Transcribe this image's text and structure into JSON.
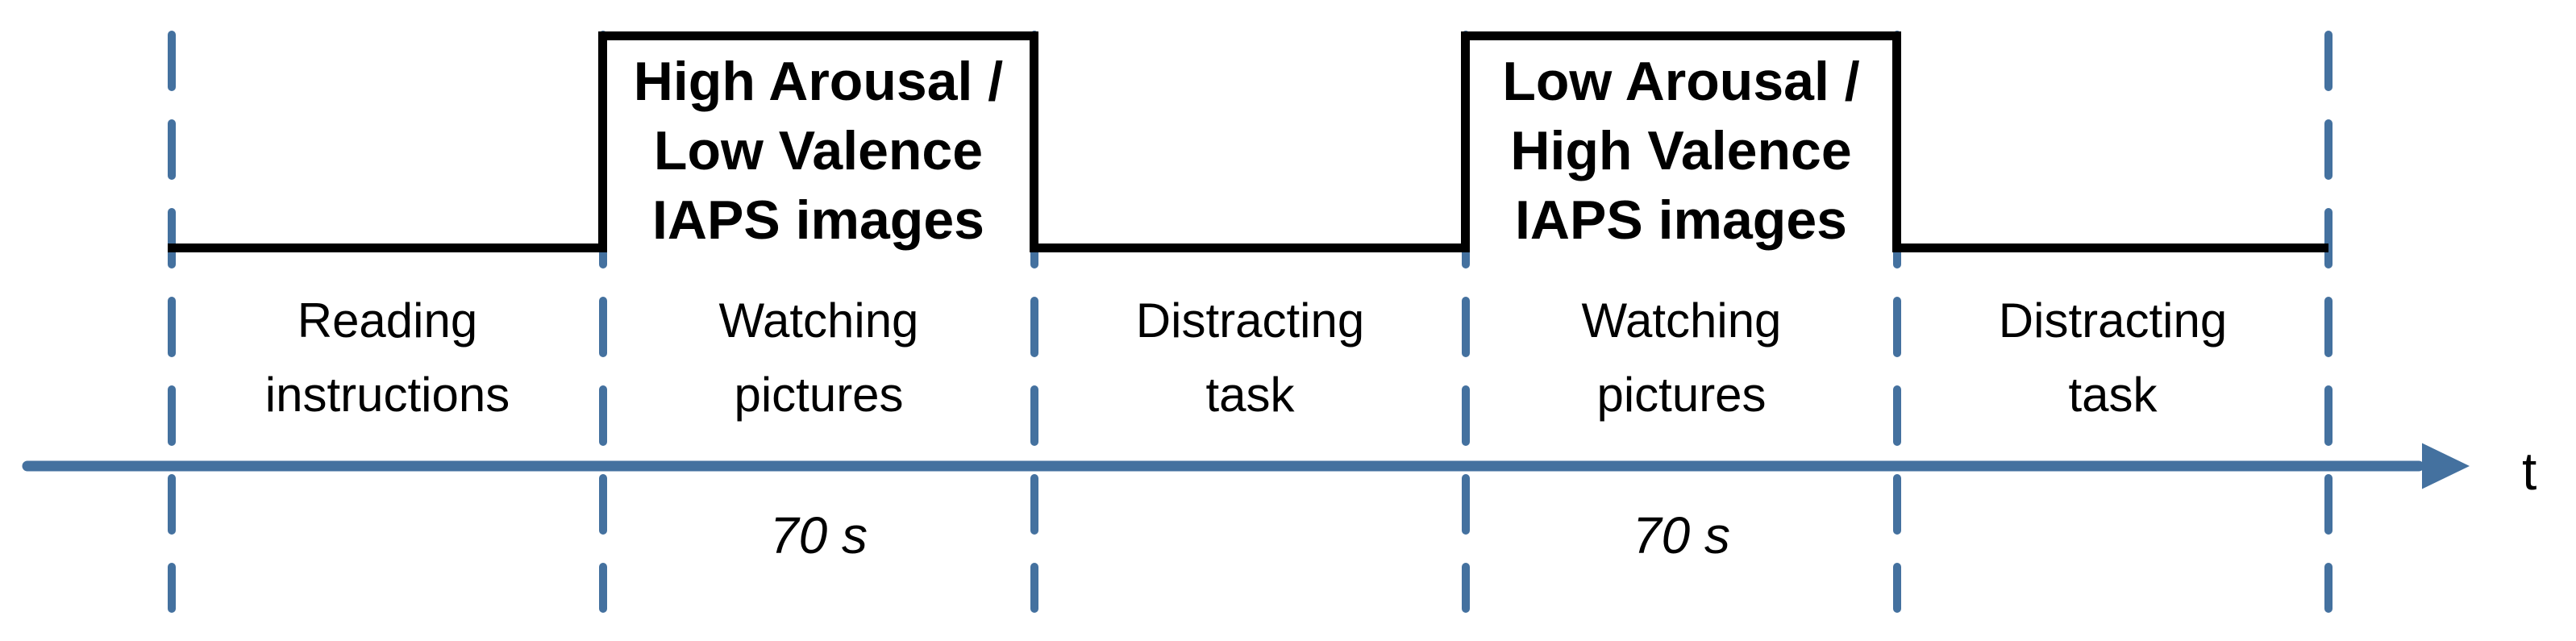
{
  "colors": {
    "accent-blue": "#44719F",
    "line-black": "#000000"
  },
  "diagram": {
    "axis_label": "t",
    "segments": [
      {
        "phase": "Reading\ninstructions"
      },
      {
        "phase": "Watching\npictures",
        "duration": "70 s",
        "stimulus": "High Arousal /\nLow Valence\nIAPS images"
      },
      {
        "phase": "Distracting\ntask"
      },
      {
        "phase": "Watching\npictures",
        "duration": "70 s",
        "stimulus": "Low Arousal /\nHigh Valence\nIAPS images"
      },
      {
        "phase": "Distracting\ntask"
      }
    ]
  }
}
